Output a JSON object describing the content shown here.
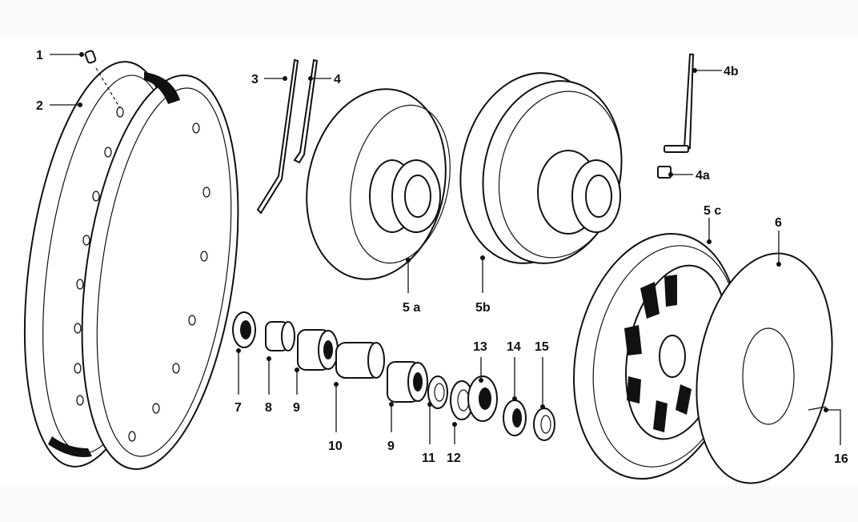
{
  "title": "Wheel assembly exploded parts diagram",
  "callouts": [
    {
      "id": "c1",
      "label": "1"
    },
    {
      "id": "c2",
      "label": "2"
    },
    {
      "id": "c3",
      "label": "3"
    },
    {
      "id": "c4",
      "label": "4"
    },
    {
      "id": "c4b",
      "label": "4b"
    },
    {
      "id": "c4a",
      "label": "4a"
    },
    {
      "id": "c5a",
      "label": "5 a"
    },
    {
      "id": "c5b",
      "label": "5b"
    },
    {
      "id": "c5c",
      "label": "5 c"
    },
    {
      "id": "c6",
      "label": "6"
    },
    {
      "id": "c7",
      "label": "7"
    },
    {
      "id": "c8",
      "label": "8"
    },
    {
      "id": "c9a",
      "label": "9"
    },
    {
      "id": "c10",
      "label": "10"
    },
    {
      "id": "c9b",
      "label": "9"
    },
    {
      "id": "c11",
      "label": "11"
    },
    {
      "id": "c12",
      "label": "12"
    },
    {
      "id": "c13",
      "label": "13"
    },
    {
      "id": "c14",
      "label": "14"
    },
    {
      "id": "c15",
      "label": "15"
    },
    {
      "id": "c16",
      "label": "16"
    }
  ]
}
